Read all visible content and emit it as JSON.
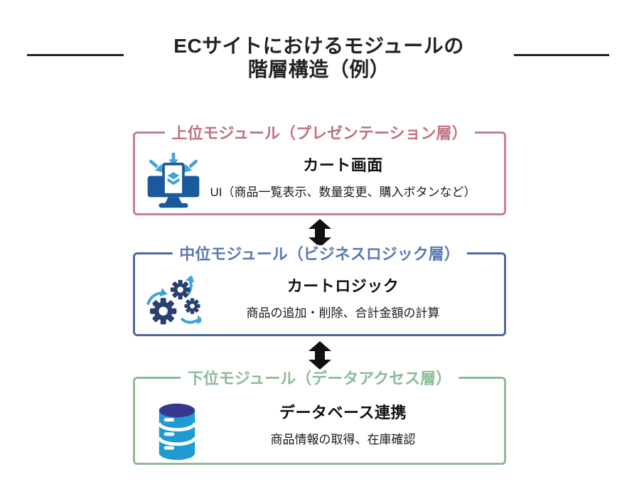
{
  "title": {
    "line1": "ECサイトにおけるモジュールの",
    "line2": "階層構造（例）"
  },
  "modules": [
    {
      "header": "上位モジュール（プレゼンテーション層）",
      "name": "カート画面",
      "description": "UI（商品一覧表示、数量変更、購入ボタンなど）",
      "icon": "monitor-arrows-icon",
      "border_color": "#c5828d",
      "header_color": "#c2717f"
    },
    {
      "header": "中位モジュール（ビジネスロジック層）",
      "name": "カートロジック",
      "description": "商品の追加・削除、合計金額の計算",
      "icon": "gears-icon",
      "border_color": "#4e6a99",
      "header_color": "#5b79b4"
    },
    {
      "header": "下位モジュール（データアクセス層）",
      "name": "データベース連携",
      "description": "商品情報の取得、在庫確認",
      "icon": "database-icon",
      "border_color": "#8dbb97",
      "header_color": "#8cbc96"
    }
  ],
  "connector": {
    "icon": "up-down-arrow-icon",
    "color": "#111111"
  },
  "colors": {
    "title_text": "#222222",
    "decorative_line": "#232323",
    "icon_primary_blue": "#1a5a9c",
    "icon_accent_lightblue": "#3fa3dc",
    "gear_navy": "#28406f",
    "database_body_blue": "#1f9ad3",
    "database_top_navy": "#35388c",
    "body_text": "#1a1a1a",
    "background": "#ffffff"
  }
}
